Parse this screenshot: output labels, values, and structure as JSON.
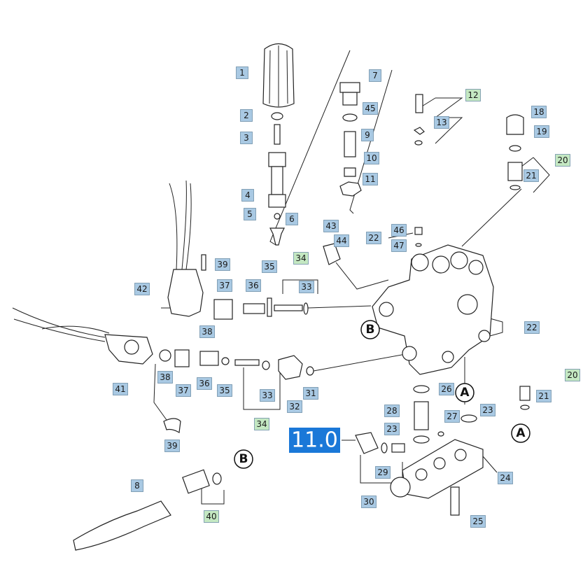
{
  "colors": {
    "label_blue": "#a9c9e3",
    "label_green": "#c4e8c2",
    "badge_blue": "#1a78d8",
    "line": "#222222"
  },
  "version_badge": "11.0",
  "connector_labels": [
    "A",
    "A",
    "B",
    "B"
  ],
  "part_labels": [
    {
      "text": "1",
      "kind": "blue"
    },
    {
      "text": "2",
      "kind": "blue"
    },
    {
      "text": "3",
      "kind": "blue"
    },
    {
      "text": "4",
      "kind": "blue"
    },
    {
      "text": "5",
      "kind": "blue"
    },
    {
      "text": "6",
      "kind": "blue"
    },
    {
      "text": "7",
      "kind": "blue"
    },
    {
      "text": "45",
      "kind": "blue"
    },
    {
      "text": "9",
      "kind": "blue"
    },
    {
      "text": "10",
      "kind": "blue"
    },
    {
      "text": "11",
      "kind": "blue"
    },
    {
      "text": "12",
      "kind": "green"
    },
    {
      "text": "13",
      "kind": "blue"
    },
    {
      "text": "18",
      "kind": "blue"
    },
    {
      "text": "19",
      "kind": "blue"
    },
    {
      "text": "20",
      "kind": "green"
    },
    {
      "text": "21",
      "kind": "blue"
    },
    {
      "text": "46",
      "kind": "blue"
    },
    {
      "text": "22",
      "kind": "blue"
    },
    {
      "text": "47",
      "kind": "blue"
    },
    {
      "text": "43",
      "kind": "blue"
    },
    {
      "text": "44",
      "kind": "blue"
    },
    {
      "text": "34",
      "kind": "green"
    },
    {
      "text": "35",
      "kind": "blue"
    },
    {
      "text": "39",
      "kind": "blue"
    },
    {
      "text": "42",
      "kind": "blue"
    },
    {
      "text": "37",
      "kind": "blue"
    },
    {
      "text": "36",
      "kind": "blue"
    },
    {
      "text": "33",
      "kind": "blue"
    },
    {
      "text": "38",
      "kind": "blue"
    },
    {
      "text": "22",
      "kind": "blue"
    },
    {
      "text": "41",
      "kind": "blue"
    },
    {
      "text": "38",
      "kind": "blue"
    },
    {
      "text": "37",
      "kind": "blue"
    },
    {
      "text": "36",
      "kind": "blue"
    },
    {
      "text": "35",
      "kind": "blue"
    },
    {
      "text": "33",
      "kind": "blue"
    },
    {
      "text": "32",
      "kind": "blue"
    },
    {
      "text": "31",
      "kind": "blue"
    },
    {
      "text": "26",
      "kind": "blue"
    },
    {
      "text": "20",
      "kind": "green"
    },
    {
      "text": "21",
      "kind": "blue"
    },
    {
      "text": "28",
      "kind": "blue"
    },
    {
      "text": "23",
      "kind": "blue"
    },
    {
      "text": "27",
      "kind": "blue"
    },
    {
      "text": "23",
      "kind": "blue"
    },
    {
      "text": "34",
      "kind": "green"
    },
    {
      "text": "39",
      "kind": "blue"
    },
    {
      "text": "29",
      "kind": "blue"
    },
    {
      "text": "24",
      "kind": "blue"
    },
    {
      "text": "8",
      "kind": "blue"
    },
    {
      "text": "30",
      "kind": "blue"
    },
    {
      "text": "40",
      "kind": "green"
    },
    {
      "text": "25",
      "kind": "blue"
    }
  ]
}
